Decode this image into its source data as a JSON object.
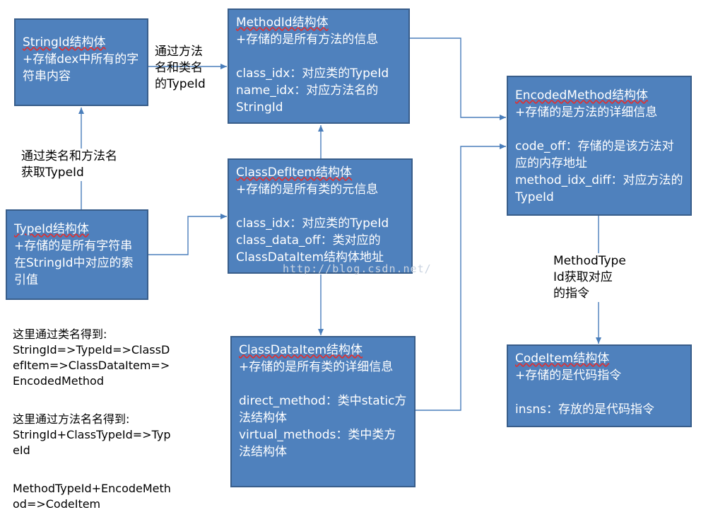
{
  "boxes": {
    "stringid": {
      "lines": [
        "StringId结构体",
        "+存储dex中所有的字符串内容"
      ]
    },
    "methodid": {
      "lines": [
        "MethodId结构体",
        "+存储的是所有方法的信息",
        "",
        "class_idx：对应类的TypeId",
        "name_idx：对应方法名的StringId"
      ]
    },
    "typeid": {
      "lines": [
        "TypeId结构体",
        "+存储的是所有字符串在StringId中对应的索引值"
      ]
    },
    "classdef": {
      "lines": [
        "ClassDefItem结构体",
        "+存储的是所有类的元信息",
        "",
        "class_idx：对应类的TypeId",
        "class_data_off：类对应的ClassDataItem结构体地址"
      ]
    },
    "classdata": {
      "lines": [
        "ClassDataItem结构体",
        "+存储的是所有类的详细信息",
        "",
        "direct_method：类中static方法结构体",
        "virtual_methods：类中类方法结构体"
      ]
    },
    "encoded": {
      "lines": [
        "EncodedMethod结构体",
        "+存储的是方法的详细信息",
        "",
        "code_off：存储的是该方法对应的内存地址",
        "method_idx_diff：对应方法的TypeId"
      ]
    },
    "codeitem": {
      "lines": [
        "CodeItem结构体",
        "+存储的是代码指令",
        "",
        "insns：存放的是代码指令"
      ]
    }
  },
  "arrow_labels": {
    "method_to_stringid": "通过方法\n名和类名\n的TypeId",
    "typeid_to_stringid": "通过类名和方法名\n获取TypeId",
    "encoded_to_code": "MethodType\nId获取对应\n的指令"
  },
  "notes": [
    "这里通过类名得到:\nStringId=>TypeId=>ClassDefItem=>ClassDataItem=>EncodedMethod",
    "这里通过方法名名得到:\nStringId+ClassTypeId=>TypeId",
    "MethodTypeId+EncodeMethod=>CodeItem"
  ],
  "watermark": "http://blog.csdn.net/",
  "colors": {
    "box_fill": "#4f81bd",
    "box_border": "#385d8a",
    "arrow": "#4a7ebb",
    "underline": "#e03030"
  }
}
